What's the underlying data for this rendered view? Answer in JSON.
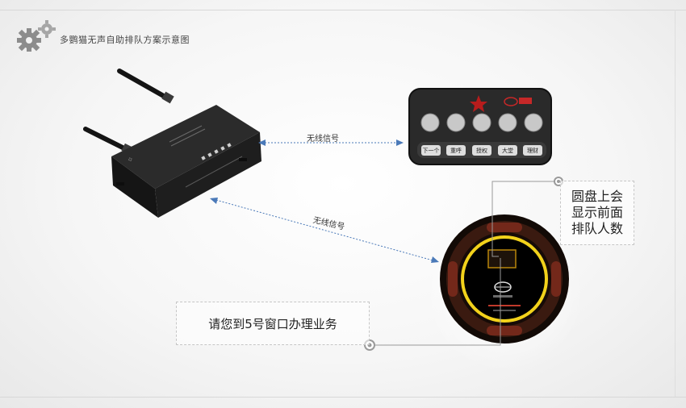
{
  "title": "多鹦猫无声自助排队方案示意图",
  "links": {
    "router_to_keypad": "无线信号",
    "router_to_pager": "无线信号"
  },
  "keypad": {
    "keys": [
      "下一个",
      "重呼",
      "授权",
      "大堂",
      "理财"
    ]
  },
  "annotation": {
    "lines": [
      "圆盘上会",
      "显示前面",
      "排队人数"
    ]
  },
  "callout": {
    "text": "请您到5号窗口办理业务"
  },
  "colors": {
    "pager_ring": "#f2d21b",
    "keypad_body": "#2a2a2a",
    "link_line": "#4a79b8",
    "router_body": "#1e1e1e"
  }
}
